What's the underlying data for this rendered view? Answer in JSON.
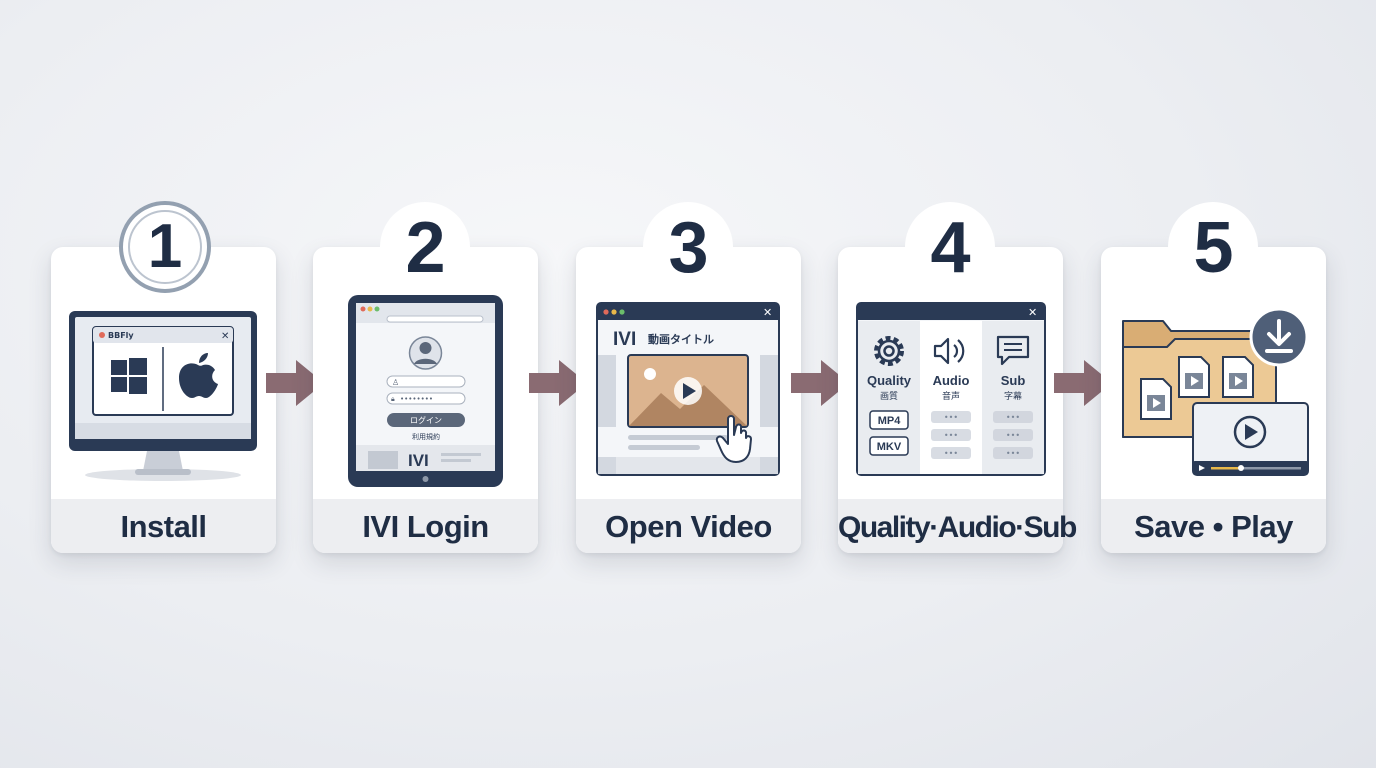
{
  "steps": [
    {
      "number": "1",
      "label": "Install",
      "app_name": "BBFly"
    },
    {
      "number": "2",
      "label": "IVI Login",
      "login_button": "ログイン",
      "terms_text": "利用規約",
      "brand": "IVI"
    },
    {
      "number": "3",
      "label": "Open Video",
      "brand": "IVI",
      "video_title": "動画タイトル"
    },
    {
      "number": "4",
      "label": "Quality·Audio·Sub",
      "columns": [
        {
          "title": "Quality",
          "subtitle": "画質"
        },
        {
          "title": "Audio",
          "subtitle": "音声"
        },
        {
          "title": "Sub",
          "subtitle": "字幕"
        }
      ],
      "formats": [
        "MP4",
        "MKV"
      ],
      "placeholder": "•••"
    },
    {
      "number": "5",
      "label": "Save • Play"
    }
  ],
  "colors": {
    "navy": "#1f2d44",
    "arrow": "#8a6b72",
    "folder": "#e6c28f",
    "video_thumb": "#d9b08c"
  },
  "icons": [
    "windows-icon",
    "apple-icon",
    "user-icon",
    "play-icon",
    "hand-cursor-icon",
    "gear-icon",
    "speaker-icon",
    "speech-bubble-icon",
    "download-icon",
    "folder-icon"
  ]
}
